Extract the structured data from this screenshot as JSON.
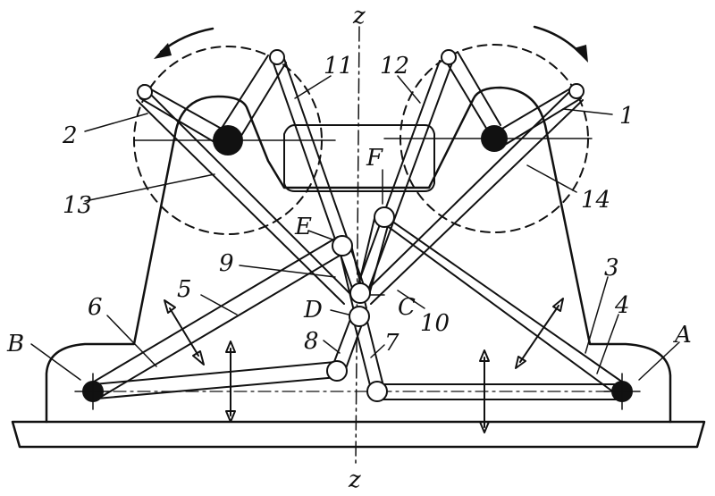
{
  "diagram": {
    "labels": {
      "z_top": "z",
      "z_bottom": "z",
      "n1": "1",
      "n2": "2",
      "n3": "3",
      "n4": "4",
      "n5": "5",
      "n6": "6",
      "n7": "7",
      "n8": "8",
      "n9": "9",
      "n10": "10",
      "n11": "11",
      "n12": "12",
      "n13": "13",
      "n14": "14",
      "A": "A",
      "B": "B",
      "C": "C",
      "D": "D",
      "E": "E",
      "F": "F"
    },
    "colors": {
      "ink": "#111111",
      "background": "#ffffff"
    }
  }
}
